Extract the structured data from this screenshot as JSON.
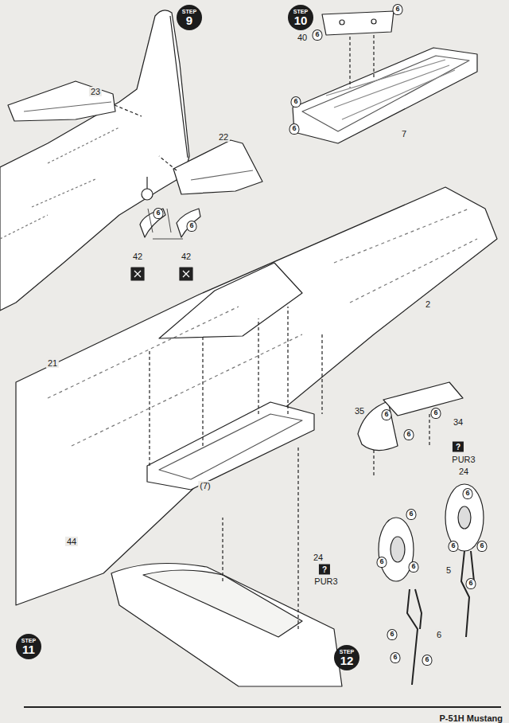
{
  "diagram": {
    "nodes": [
      {
        "text": [
          "STEP",
          "9"
        ]
      },
      {
        "text": [
          "STEP",
          "10"
        ]
      },
      {
        "text": [
          "STEP",
          "11"
        ]
      },
      {
        "text": [
          "STEP",
          "12"
        ]
      }
    ],
    "labels": [
      "23",
      "22",
      "6",
      "6",
      "42",
      "42",
      "40",
      "6",
      "6",
      "6",
      "6",
      "7",
      "2",
      "21",
      "35",
      "6",
      "34",
      "6",
      "6",
      "(7)",
      "?",
      "PUR3",
      "24",
      "6",
      "6",
      "6",
      "6",
      "5",
      "44",
      "24",
      "?",
      "PUR3",
      "6",
      "6",
      "6",
      "6",
      "6",
      "6",
      "6",
      "P-51H Mustang"
    ]
  }
}
